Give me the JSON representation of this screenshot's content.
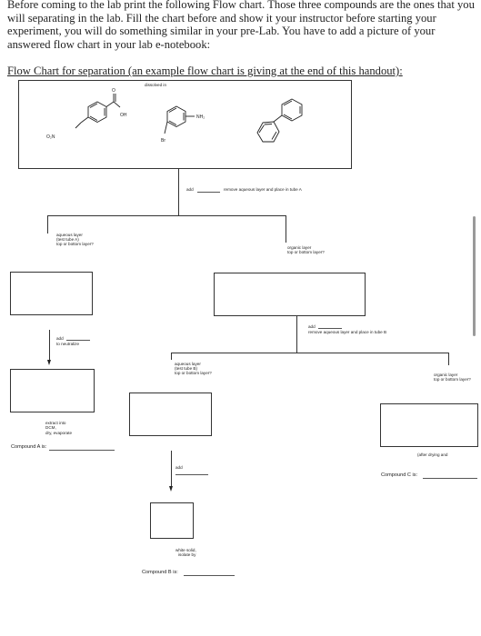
{
  "intro": {
    "text": "Before coming to the lab print the following Flow chart. Those three compounds are the ones that you will separating in the lab. Fill the chart before and show it your instructor before starting your experiment, you will do something similar in your pre-Lab. You have to add a picture of your answered flow chart in your lab e-notebook:"
  },
  "flowchart_title": "Flow Chart for separation (an example flow chart is giving at the end of this handout):",
  "compounds_box": {
    "dissolved_label": "dissolved in",
    "benzoic_acid": {
      "oh": "OH",
      "no2": "O₂N"
    },
    "aniline": {
      "nh2": "NH₂",
      "br": "Br"
    }
  },
  "step1": {
    "add": "add",
    "instruction": "remove aqueous layer and place in tube A"
  },
  "left_branch": {
    "layer_label": [
      "aqueous layer",
      "(test tube A)",
      "top or bottom layer?"
    ],
    "add": "add",
    "neutralize": "to neutralize",
    "extract": [
      "extract into",
      "DCM,",
      "dry, evaporate"
    ],
    "compound_label": "Compound A is:"
  },
  "right_branch": {
    "layer_label": [
      "organic layer",
      "top or bottom layer?"
    ],
    "add": "add",
    "instruction": "remove aqueous layer and place in tube B"
  },
  "middle_branch": {
    "layer_label": [
      "aqueous layer",
      "(test tube B)",
      "top or bottom layer?"
    ],
    "add": "add",
    "solid": [
      "white solid,",
      "isolate by"
    ],
    "compound_label": "Compound B is:"
  },
  "far_right_branch": {
    "layer_label": [
      "organic layer",
      "top or bottom layer?"
    ],
    "after_drying": "(after drying and",
    "compound_label": "Compound C is:"
  },
  "colors": {
    "line": "#333333",
    "text": "#222222",
    "scrollbar": "#9a9a9a"
  }
}
